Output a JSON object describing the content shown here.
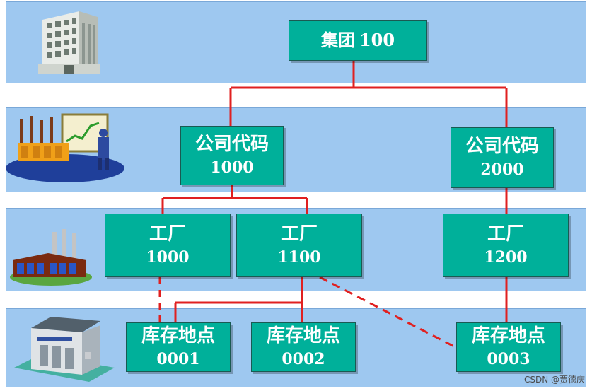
{
  "group": {
    "label": "集团",
    "code": "100"
  },
  "companies": [
    {
      "label": "公司代码",
      "code": "1000"
    },
    {
      "label": "公司代码",
      "code": "2000"
    }
  ],
  "plants": [
    {
      "label": "工厂",
      "code": "1000"
    },
    {
      "label": "工厂",
      "code": "1100"
    },
    {
      "label": "工厂",
      "code": "1200"
    }
  ],
  "storage_locations": [
    {
      "label": "库存地点",
      "code": "0001"
    },
    {
      "label": "库存地点",
      "code": "0002"
    },
    {
      "label": "库存地点",
      "code": "0003"
    }
  ],
  "level_icons": [
    "office-building-icon",
    "factory-chart-icon",
    "plant-icon",
    "warehouse-icon"
  ],
  "colors": {
    "band": "#9ec8f0",
    "box": "#00b09a",
    "line": "#e02020"
  },
  "watermark": "CSDN @贾德庆"
}
